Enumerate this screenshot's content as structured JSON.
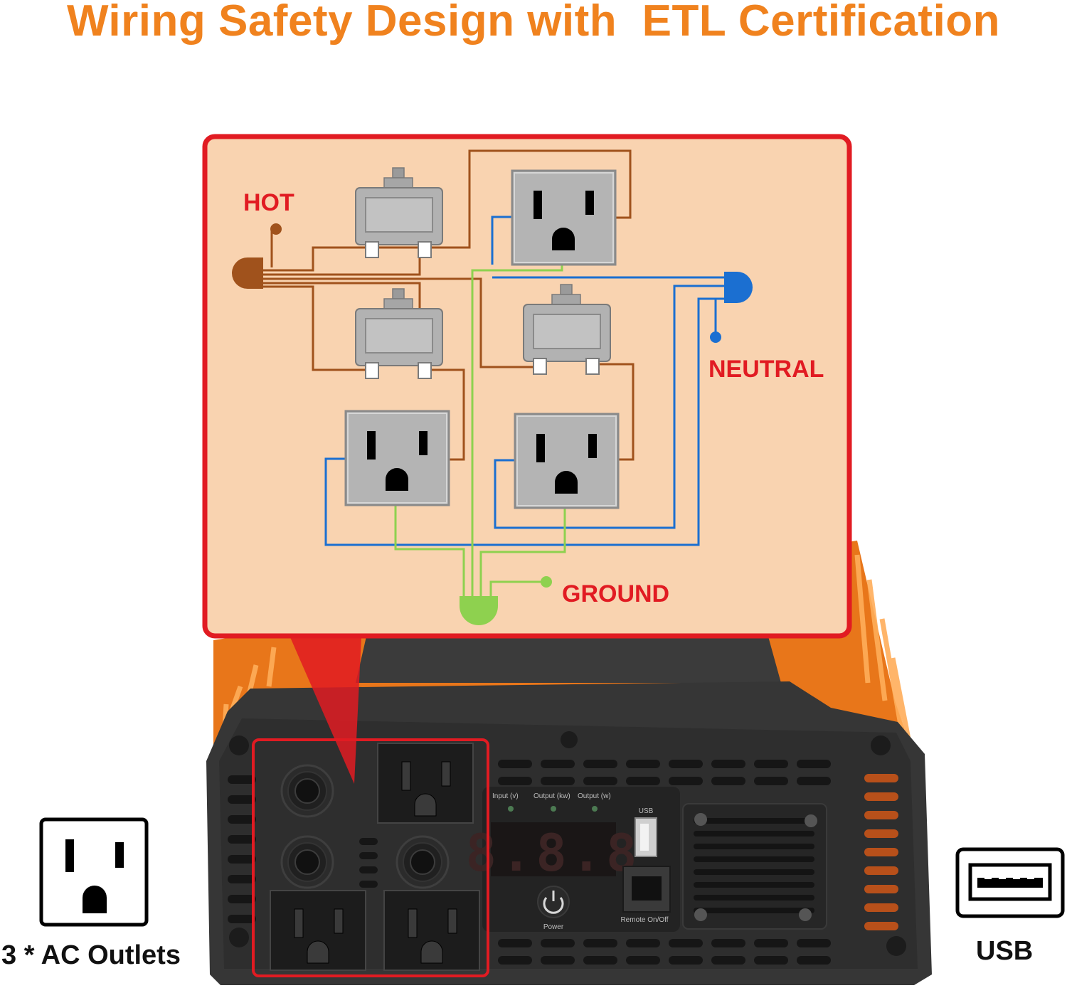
{
  "title": "Wiring Safety Design with  ETL Certification",
  "wiring_labels": {
    "hot": "HOT",
    "neutral": "NEUTRAL",
    "ground": "GROUND"
  },
  "panel": {
    "input_label": "Input (v)",
    "output_kw_label": "Output (kw)",
    "output_w_label": "Output (w)",
    "usb_label": "USB",
    "display_value": "8.8.8",
    "power_label": "Power",
    "remote_label": "Remote On/Off"
  },
  "captions": {
    "ac_outlets": "3 * AC Outlets",
    "usb": "USB"
  },
  "colors": {
    "title": "#f0821e",
    "hot_wire": "#a0521c",
    "neutral_wire": "#1b6fd1",
    "ground_wire": "#8ed14f",
    "label_red": "#e11b22",
    "inverter_orange": "#f58220",
    "panel_bg": "#f9d3b0",
    "highlight_red": "#e11b22"
  }
}
